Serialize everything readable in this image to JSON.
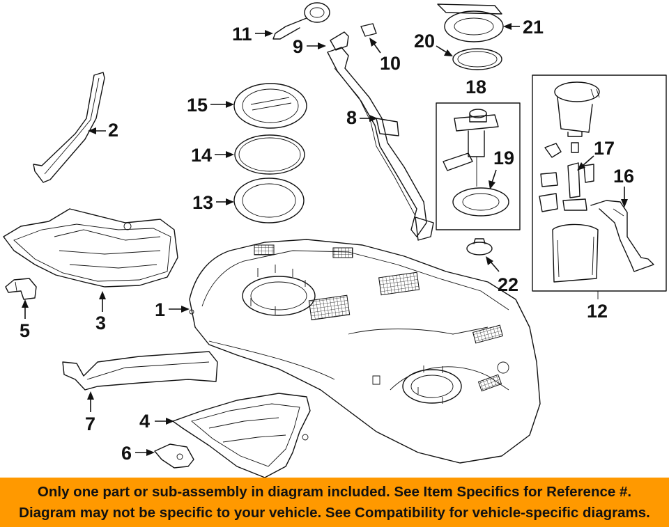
{
  "callouts": {
    "c1": "1",
    "c2": "2",
    "c3": "3",
    "c4": "4",
    "c5": "5",
    "c6": "6",
    "c7": "7",
    "c8": "8",
    "c9": "9",
    "c10": "10",
    "c11": "11",
    "c12": "12",
    "c13": "13",
    "c14": "14",
    "c15": "15",
    "c16": "16",
    "c17": "17",
    "c18": "18",
    "c19": "19",
    "c20": "20",
    "c21": "21",
    "c22": "22"
  },
  "banner": {
    "line1": "Only one part or sub-assembly in diagram included. See Item Specifics for Reference #.",
    "line2": "Diagram may not be specific to your vehicle. See Compatibility for vehicle-specific diagrams.",
    "color": "#ff9900"
  }
}
